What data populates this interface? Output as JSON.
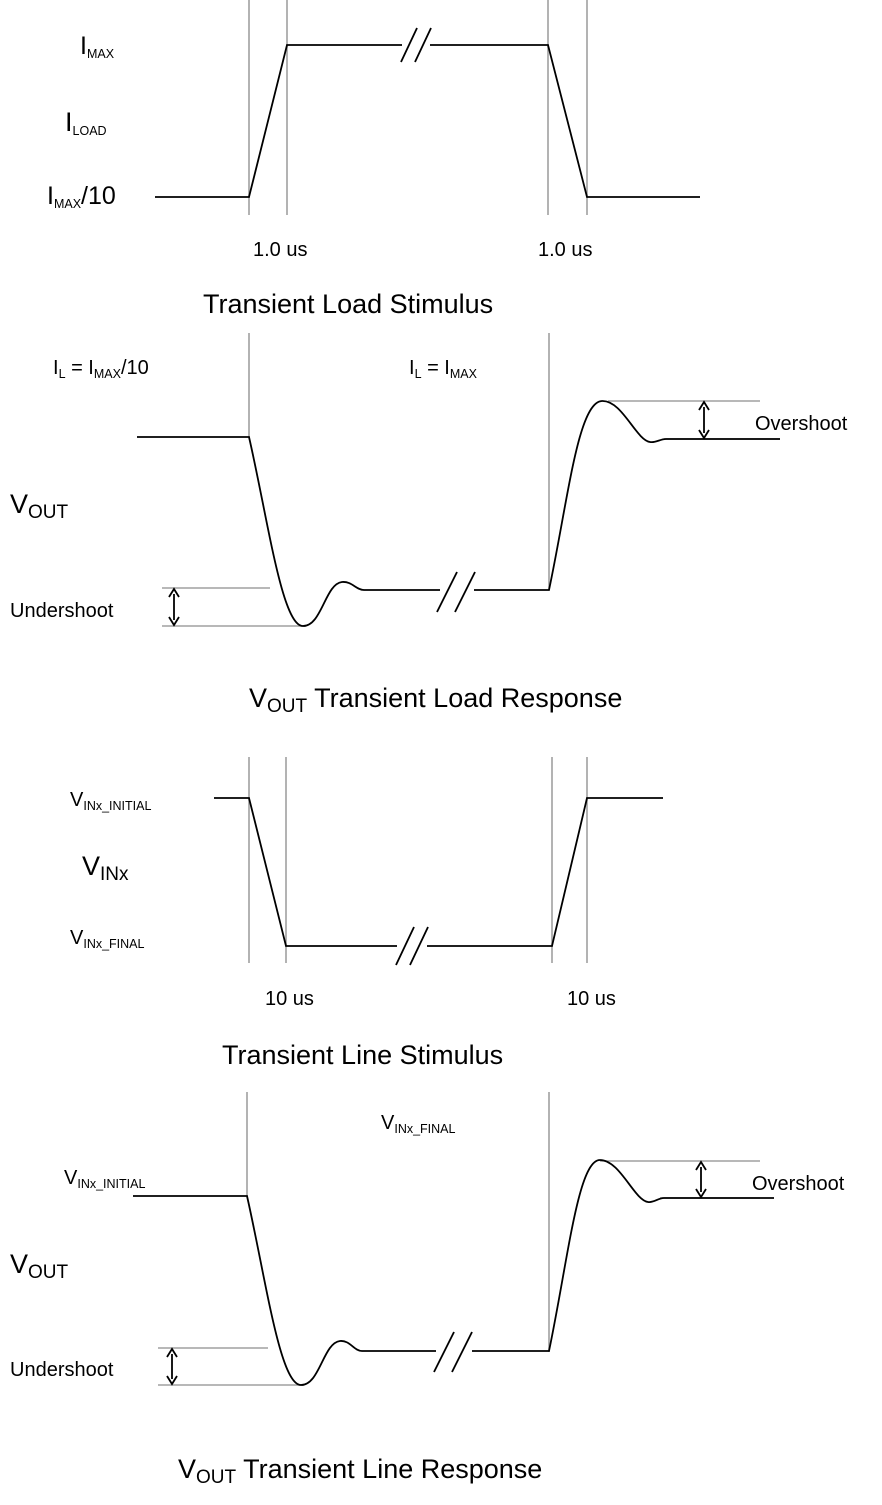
{
  "load_stimulus": {
    "imax": {
      "base": "I",
      "sub": "MAX"
    },
    "iload": {
      "base": "I",
      "sub": "LOAD"
    },
    "imax10": {
      "base": "I",
      "sub": "MAX",
      "suffix": "/10"
    },
    "rise_time": "1.0 us",
    "fall_time": "1.0 us",
    "caption": "Transient Load Stimulus"
  },
  "load_response": {
    "il_low": {
      "b1": "I",
      "s1": "L",
      "mid": " = I",
      "s2": "MAX",
      "suffix": "/10"
    },
    "il_high": {
      "b1": "I",
      "s1": "L",
      "mid": " = I",
      "s2": "MAX"
    },
    "vout": {
      "base": "V",
      "sub": "OUT"
    },
    "undershoot": "Undershoot",
    "overshoot": "Overshoot",
    "caption": {
      "base": "V",
      "sub": "OUT",
      "suffix": " Transient Load Response"
    }
  },
  "line_stimulus": {
    "vin_initial": {
      "base": "V",
      "sub": "INx_INITIAL"
    },
    "vinx": {
      "base": "V",
      "sub": "INx"
    },
    "vin_final": {
      "base": "V",
      "sub": "INx_FINAL"
    },
    "fall_time": "10 us",
    "rise_time": "10 us",
    "caption": "Transient Line Stimulus"
  },
  "line_response": {
    "vin_initial": {
      "base": "V",
      "sub": "INx_INITIAL"
    },
    "vin_final": {
      "base": "V",
      "sub": "INx_FINAL"
    },
    "vout": {
      "base": "V",
      "sub": "OUT"
    },
    "undershoot": "Undershoot",
    "overshoot": "Overshoot",
    "caption": {
      "base": "V",
      "sub": "OUT",
      "suffix": " Transient Line Response"
    }
  }
}
